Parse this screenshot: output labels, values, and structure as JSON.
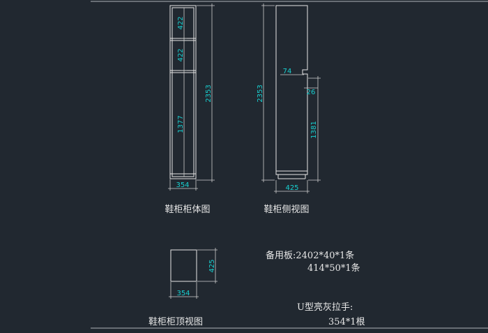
{
  "views": {
    "body": {
      "caption": "鞋柜柜体图",
      "dims": {
        "top_compartment": "422",
        "middle_compartment": "422",
        "lower_compartment": "1377",
        "total_height": "2353",
        "width": "354"
      }
    },
    "side": {
      "caption": "鞋柜侧视图",
      "dims": {
        "total_height": "2353",
        "notch_depth": "74",
        "notch_height": "26",
        "lower_height": "1381",
        "depth": "425"
      }
    },
    "top": {
      "caption": "鞋柜柜顶视图",
      "dims": {
        "depth": "425",
        "width": "354"
      }
    }
  },
  "notes": {
    "spare_board_label": "备用板:2402*40*1条",
    "spare_board_line2": "414*50*1条",
    "handle_label": "U型亮灰拉手:",
    "handle_qty": "354*1根"
  },
  "colors": {
    "background": "#212830",
    "lines": "#e6e6e6",
    "dimension_text": "#18d0d0",
    "captions": "#e8e8e8"
  }
}
